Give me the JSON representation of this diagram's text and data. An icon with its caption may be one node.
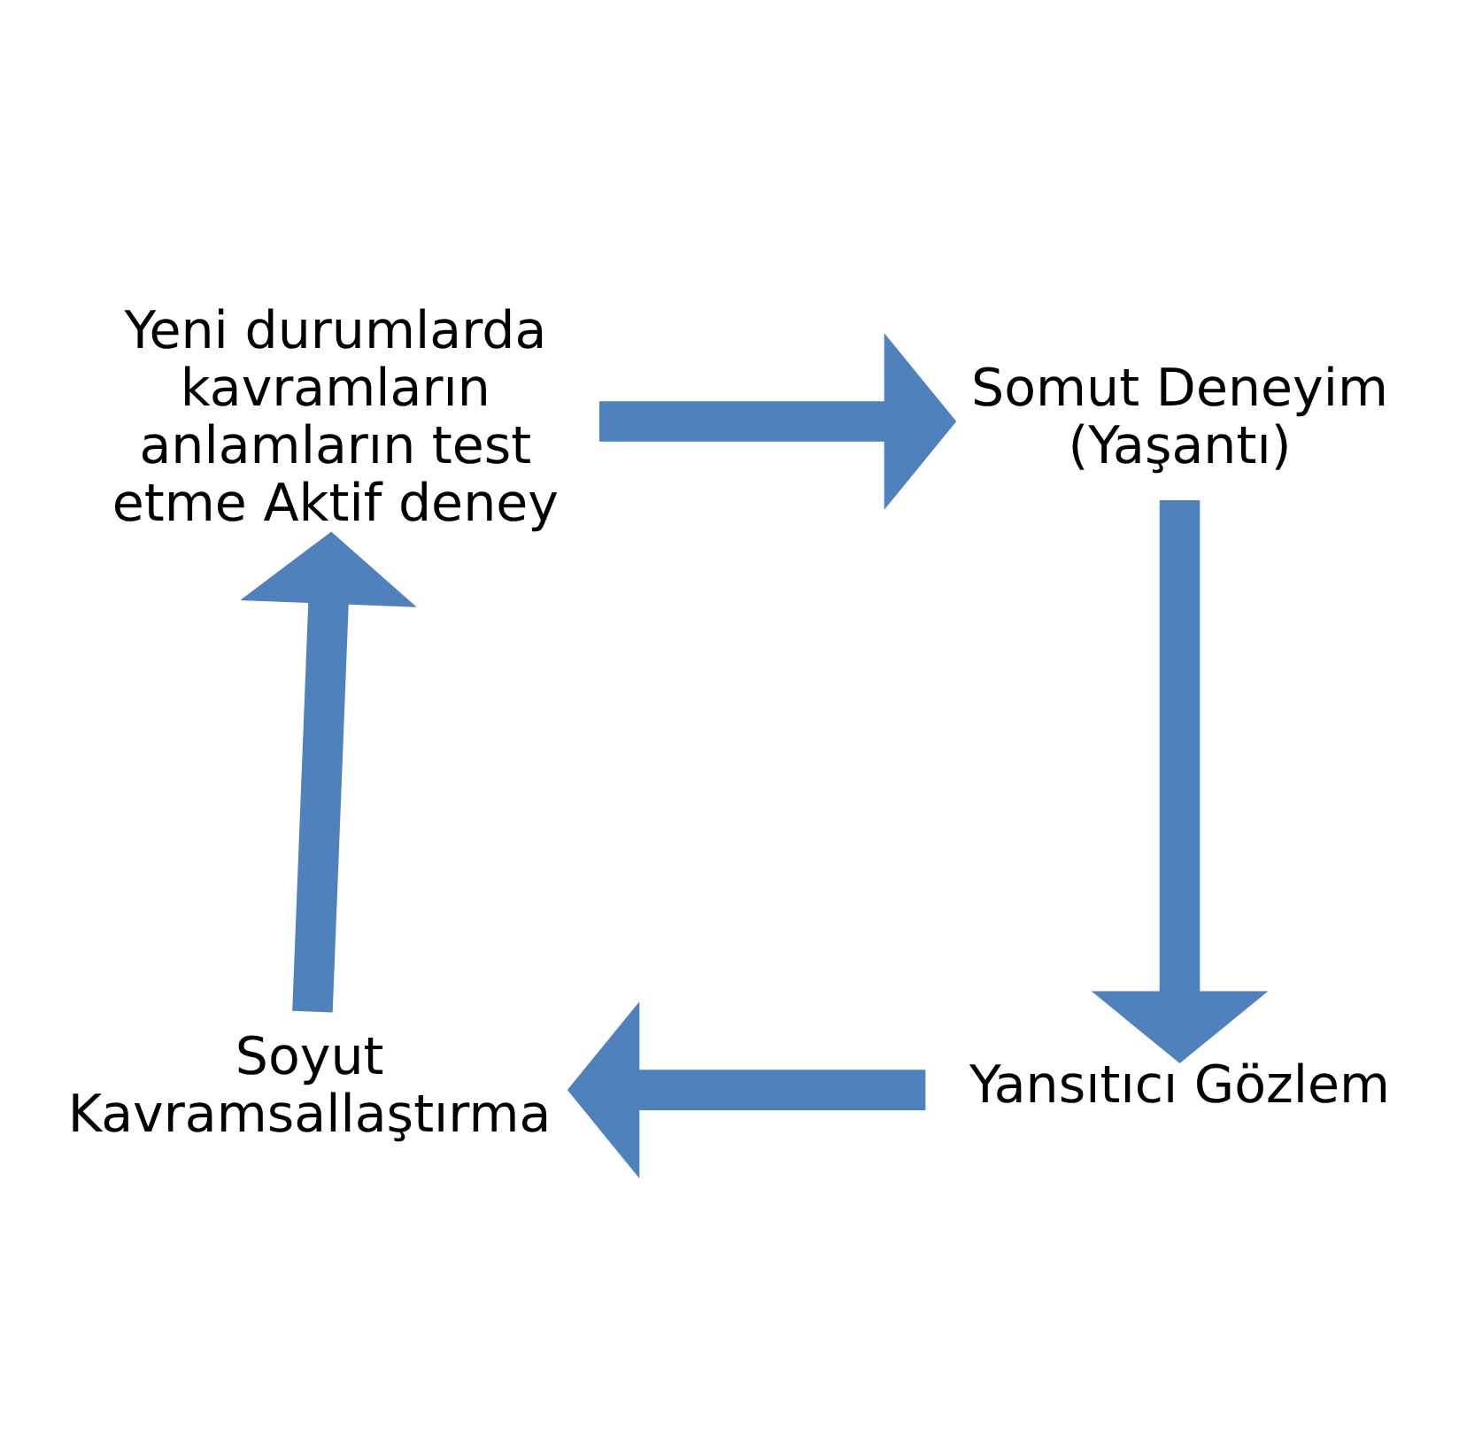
{
  "diagram": {
    "nodes": [
      {
        "text": [
          "Yeni durumlarda kavramların anlamların test etme Aktif deney"
        ]
      },
      {
        "text": [
          "Somut Deneyim (Yaşantı)"
        ]
      },
      {
        "text": [
          "Yansıtıcı Gözlem"
        ]
      },
      {
        "text": [
          "Soyut Kavramsallaştırma"
        ]
      }
    ],
    "edges": [
      {
        "from": 0,
        "to": 1,
        "arrow": "to"
      },
      {
        "from": 1,
        "to": 2,
        "arrow": "to"
      },
      {
        "from": 2,
        "to": 3,
        "arrow": "to"
      },
      {
        "from": 3,
        "to": 0,
        "arrow": "to"
      }
    ]
  }
}
